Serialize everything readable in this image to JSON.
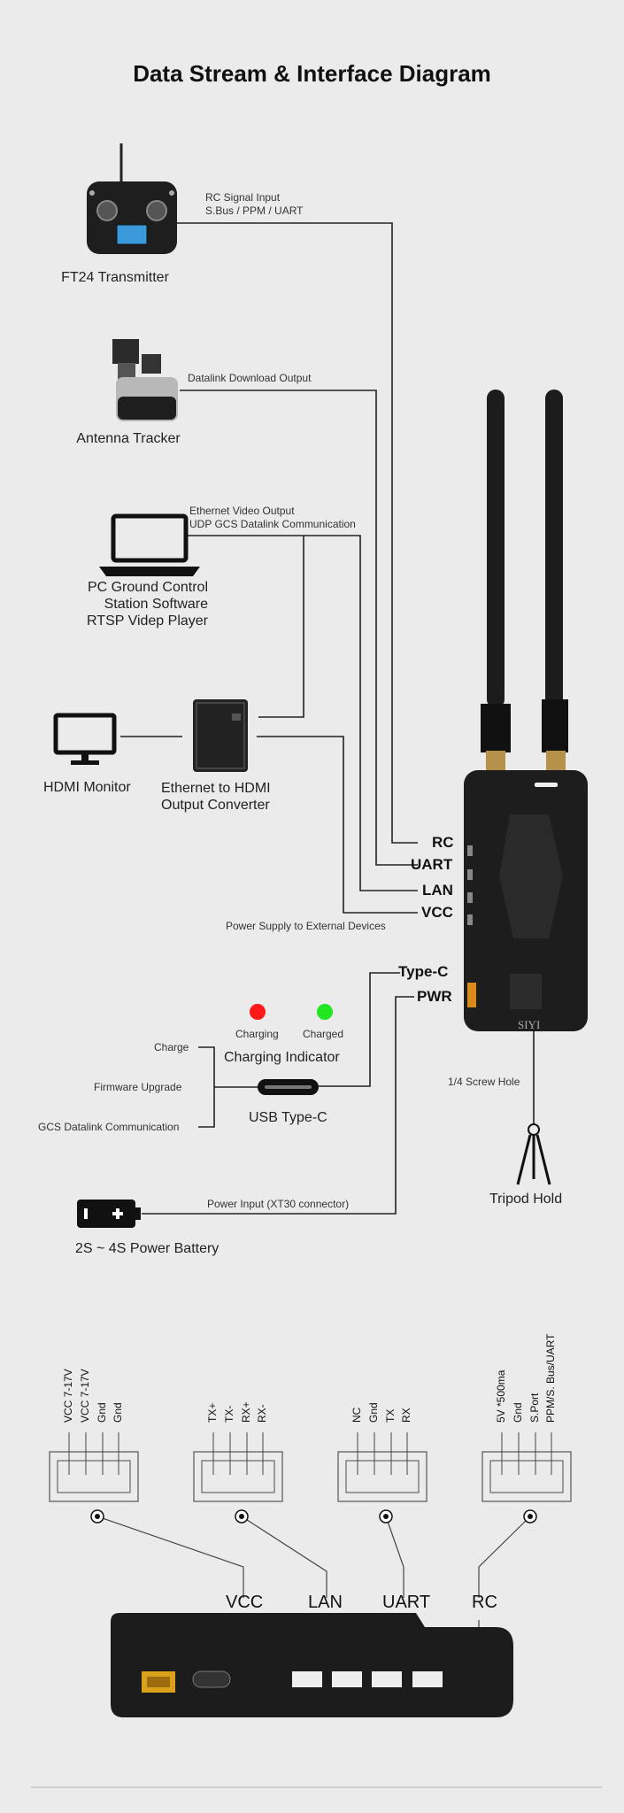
{
  "title": "Data Stream & Interface Diagram",
  "devices": {
    "transmitter": "FT24 Transmitter",
    "tracker": "Antenna Tracker",
    "pc": [
      "PC Ground Control",
      "Station Software",
      "RTSP Videp Player"
    ],
    "hdmi_monitor": "HDMI Monitor",
    "converter": [
      "Ethernet to HDMI",
      "Output Converter"
    ],
    "battery": "2S ~ 4S Power Battery",
    "tripod": "Tripod Hold",
    "usb": "USB Type-C",
    "charging_indicator": "Charging Indicator"
  },
  "links": {
    "rc": [
      "RC Signal Input",
      "S.Bus / PPM / UART"
    ],
    "datalink": "Datalink Download Output",
    "ethernet": [
      "Ethernet Video Output",
      "UDP GCS Datalink Communication"
    ],
    "power_supply": "Power Supply to External Devices",
    "power_input": "Power Input (XT30 connector)",
    "screw": "1/4 Screw Hole"
  },
  "ports": [
    "RC",
    "UART",
    "LAN",
    "VCC",
    "Type-C",
    "PWR"
  ],
  "indicator": {
    "charging": "Charging",
    "charged": "Charged",
    "charging_color": "#ff1a1a",
    "charged_color": "#22e622"
  },
  "usb_functions": [
    "Charge",
    "Firmware Upgrade",
    "GCS Datalink Communication"
  ],
  "brand": "SIYI",
  "connectors": [
    {
      "name": "VCC",
      "pins": [
        "VCC 7-17V",
        "VCC 7-17V",
        "Gnd",
        "Gnd"
      ]
    },
    {
      "name": "LAN",
      "pins": [
        "TX+",
        "TX-",
        "RX+",
        "RX-"
      ]
    },
    {
      "name": "UART",
      "pins": [
        "NC",
        "Gnd",
        "TX",
        "RX"
      ]
    },
    {
      "name": "RC",
      "pins": [
        "5V *500ma",
        "Gnd",
        "S.Port",
        "PPM/S. Bus/UART"
      ]
    }
  ]
}
